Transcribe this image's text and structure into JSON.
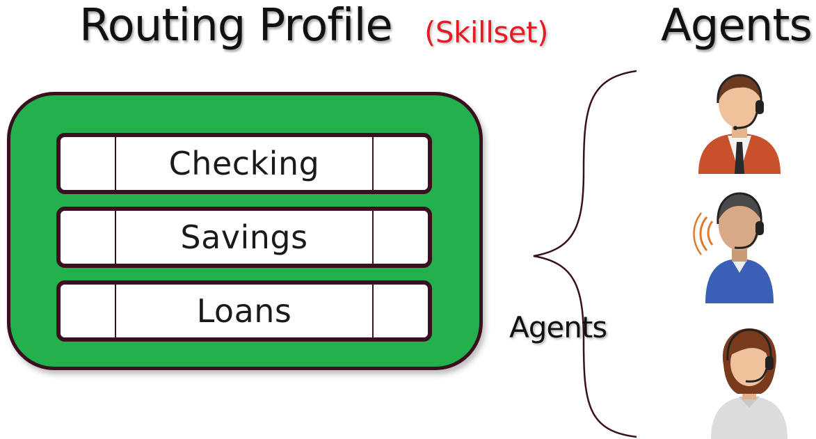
{
  "title": "Routing Profile",
  "subtitle": "(Skillset)",
  "agents_title": "Agents",
  "skills": [
    {
      "label": "Checking"
    },
    {
      "label": "Savings"
    },
    {
      "label": "Loans"
    }
  ],
  "brace_label": "Agents",
  "colors": {
    "profile_fill": "#22b14c",
    "profile_border": "#3a0f1f",
    "subtitle": "#e31b23"
  },
  "agents": [
    {
      "icon": "male-agent-headset-icon"
    },
    {
      "icon": "male-agent-headset-icon"
    },
    {
      "icon": "female-agent-headset-icon"
    }
  ]
}
